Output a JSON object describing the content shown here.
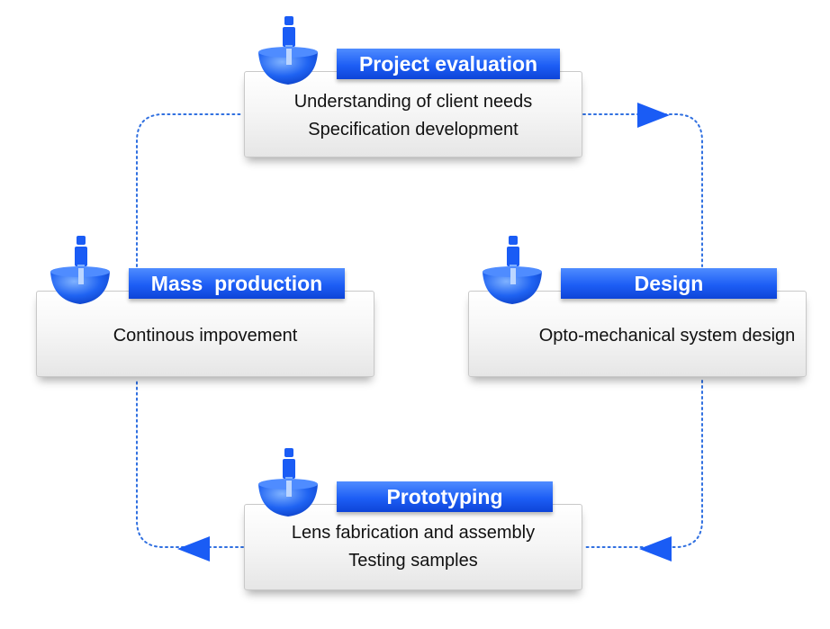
{
  "colors": {
    "accent": "#1a5cf5",
    "connector": "#2f6fe0",
    "card_border": "#c9c9c9"
  },
  "stages": {
    "project_evaluation": {
      "title": "Project evaluation",
      "lines": [
        "Understanding of client needs",
        "Specification development"
      ],
      "icon": "person-bowl-icon"
    },
    "design": {
      "title": "Design",
      "lines": [
        "Opto-mechanical system design"
      ],
      "icon": "person-bowl-icon"
    },
    "prototyping": {
      "title": "Prototyping",
      "lines": [
        "Lens fabrication and assembly",
        "Testing samples"
      ],
      "icon": "person-bowl-icon"
    },
    "mass_production": {
      "title": "Mass  production",
      "lines": [
        "Continous impovement"
      ],
      "icon": "person-bowl-icon"
    }
  },
  "flow": [
    "Project evaluation",
    "Design",
    "Prototyping",
    "Mass  production",
    "Project evaluation"
  ]
}
